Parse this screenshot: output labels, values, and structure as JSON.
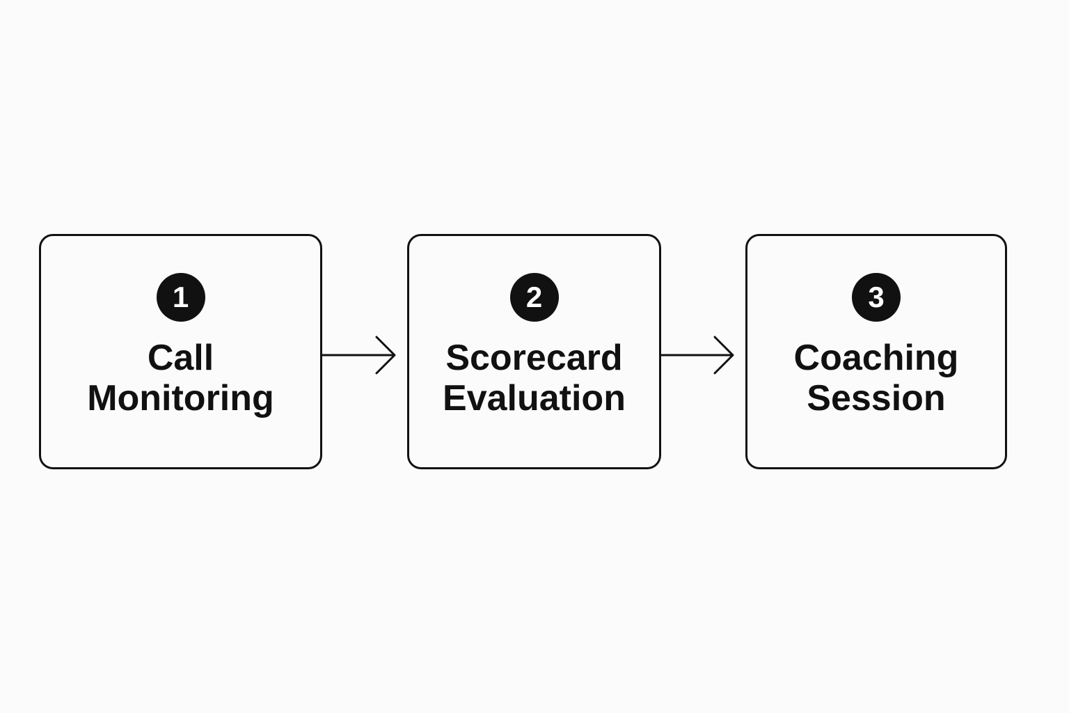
{
  "steps": [
    {
      "number": "1",
      "title_lines": [
        "Call",
        "Monitoring"
      ]
    },
    {
      "number": "2",
      "title_lines": [
        "Scorecard",
        "Evaluation"
      ]
    },
    {
      "number": "3",
      "title_lines": [
        "Coaching",
        "Session"
      ]
    }
  ],
  "colors": {
    "background": "#fbfbfb",
    "stroke": "#111111",
    "badge_fill": "#111111",
    "badge_text": "#ffffff"
  }
}
